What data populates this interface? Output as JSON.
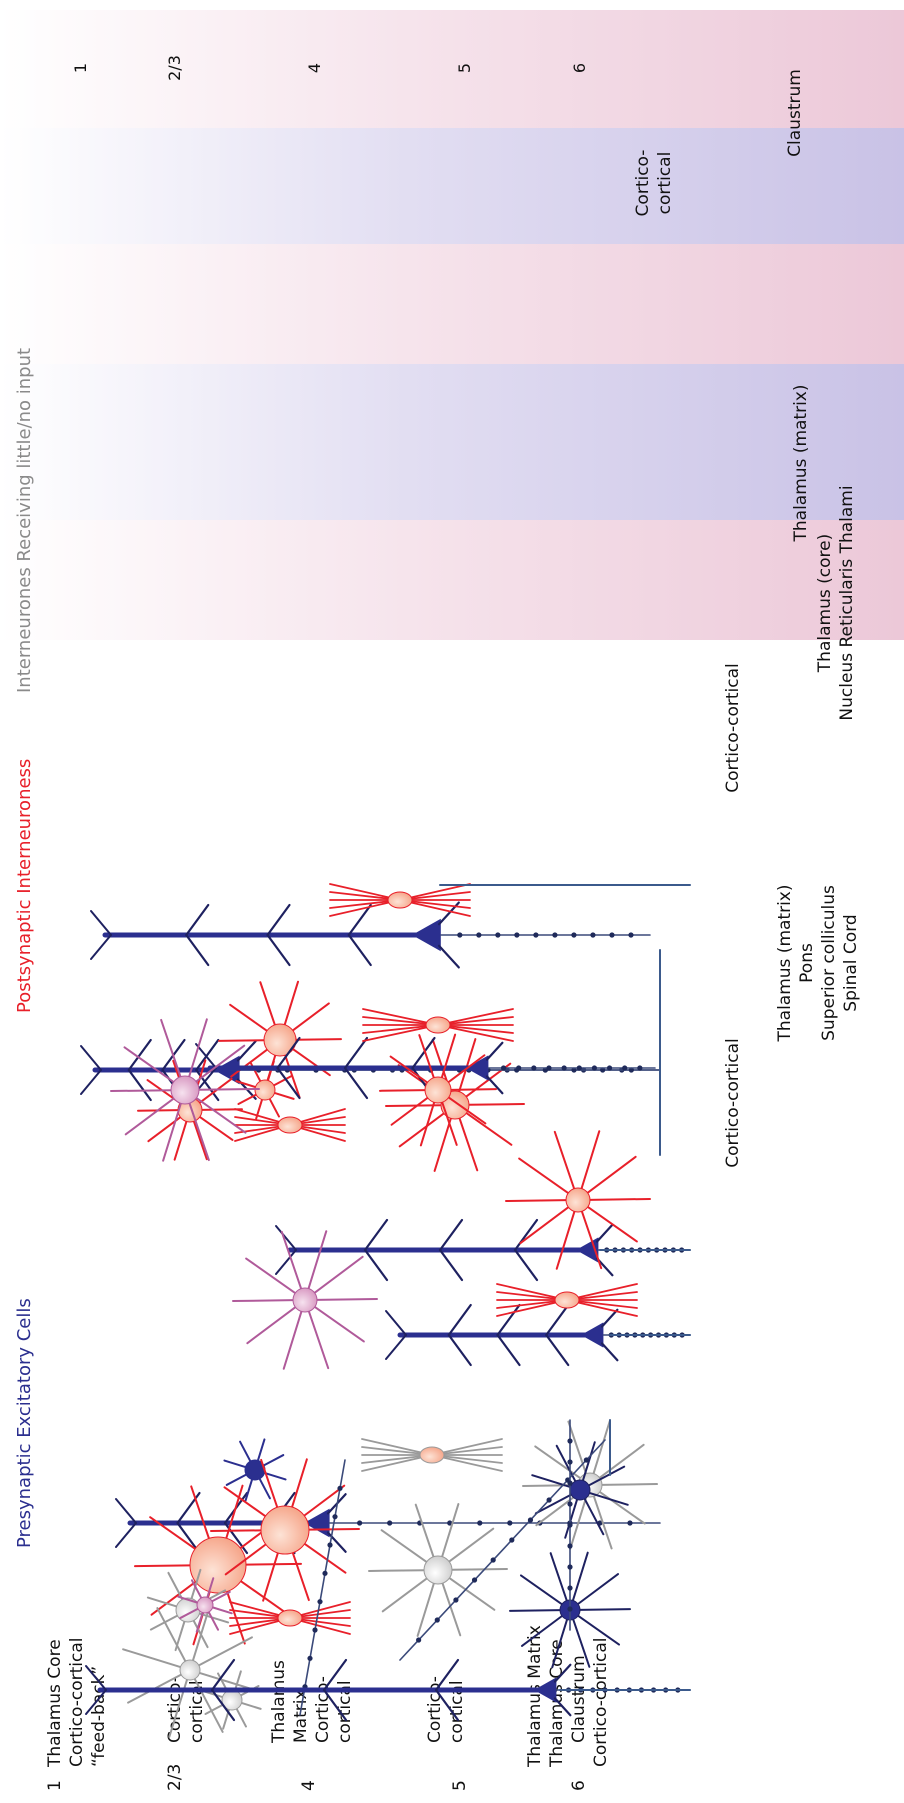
{
  "header": {
    "presynaptic": "Presynaptic Excitatory Cells",
    "postsynaptic": "Postsynaptic Interneuroness",
    "little_input": "Interneurones Receiving little/no input"
  },
  "colors": {
    "presynaptic": "#2b2f8f",
    "postsynaptic": "#e8202a",
    "little_input": "#8a8a8a",
    "axon": "#3b4a7a",
    "band_pink": "#f3dde6",
    "band_purple": "#d9d3ec"
  },
  "layers": {
    "band_labels": [
      "1",
      "2/3",
      "4",
      "5",
      "6"
    ],
    "left": [
      {
        "num": "1",
        "lines": [
          "Thalamus Core",
          "Cortico-cortical",
          "“feed-back”"
        ]
      },
      {
        "num": "2/3",
        "lines": [
          "Cortico-",
          "cortical"
        ]
      },
      {
        "num": "4",
        "lines": [
          "Thalamus",
          "Matrix",
          "Cortico-",
          "cortical"
        ]
      },
      {
        "num": "5",
        "lines": [
          "Cortico-",
          "cortical"
        ]
      },
      {
        "num": "6",
        "lines": [
          "Thalamus Matrix",
          "Thalamus Core",
          "Claustrum",
          "Cortico-cortical"
        ]
      }
    ]
  },
  "projections": {
    "col2": "Cortico-cortical",
    "col3_lines": [
      "Thalamus (matrix)",
      "Pons",
      "Superior colliculus",
      "Spinal Cord"
    ],
    "col4": "Cortico-cortical",
    "col5_lines": [
      "Thalamus (core)",
      "Nucleus Reticularis Thalami"
    ],
    "col6": "Thalamus (matrix)",
    "col7_claustrum": "Claustrum",
    "col7_cc_lines": [
      "Cortico-",
      "cortical"
    ]
  }
}
